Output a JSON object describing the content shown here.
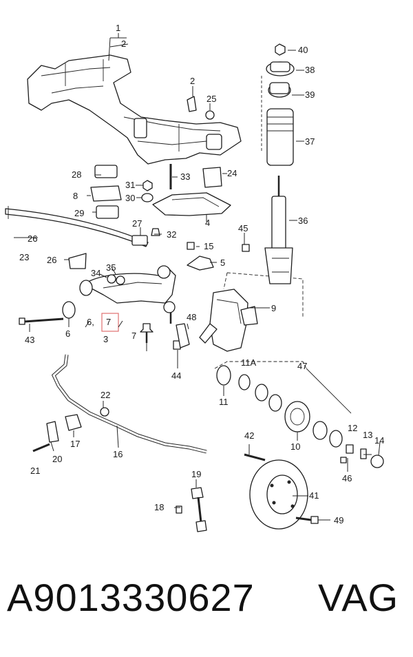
{
  "diagram": {
    "labels": {
      "l1": "1",
      "l2a": "2",
      "l2b": "2",
      "l3": "3",
      "l4": "4",
      "l5": "5",
      "l6": "6",
      "l67": "6,",
      "l7a": "7",
      "l7b": "7",
      "l8": "8",
      "l9": "9",
      "l10": "10",
      "l11": "11",
      "l11a": "11A",
      "l12": "12",
      "l13": "13",
      "l14": "14",
      "l15": "15",
      "l16": "16",
      "l17": "17",
      "l18": "18",
      "l19": "19",
      "l20": "20",
      "l21": "21",
      "l22": "22",
      "l23": "23",
      "l24": "24",
      "l25": "25",
      "l26a": "26",
      "l26b": "26",
      "l27": "27",
      "l28": "28",
      "l29": "29",
      "l30": "30",
      "l31": "31",
      "l32": "32",
      "l33": "33",
      "l34": "34",
      "l35": "35",
      "l36": "36",
      "l37": "37",
      "l38": "38",
      "l39": "39",
      "l40": "40",
      "l41": "41",
      "l42": "42",
      "l43": "43",
      "l44": "44",
      "l45": "45",
      "l46": "46",
      "l47": "47",
      "l48": "48",
      "l49": "49"
    },
    "highlight_color": "#e07070"
  },
  "footer": {
    "part_number": "A9013330627",
    "brand": "VAG"
  }
}
